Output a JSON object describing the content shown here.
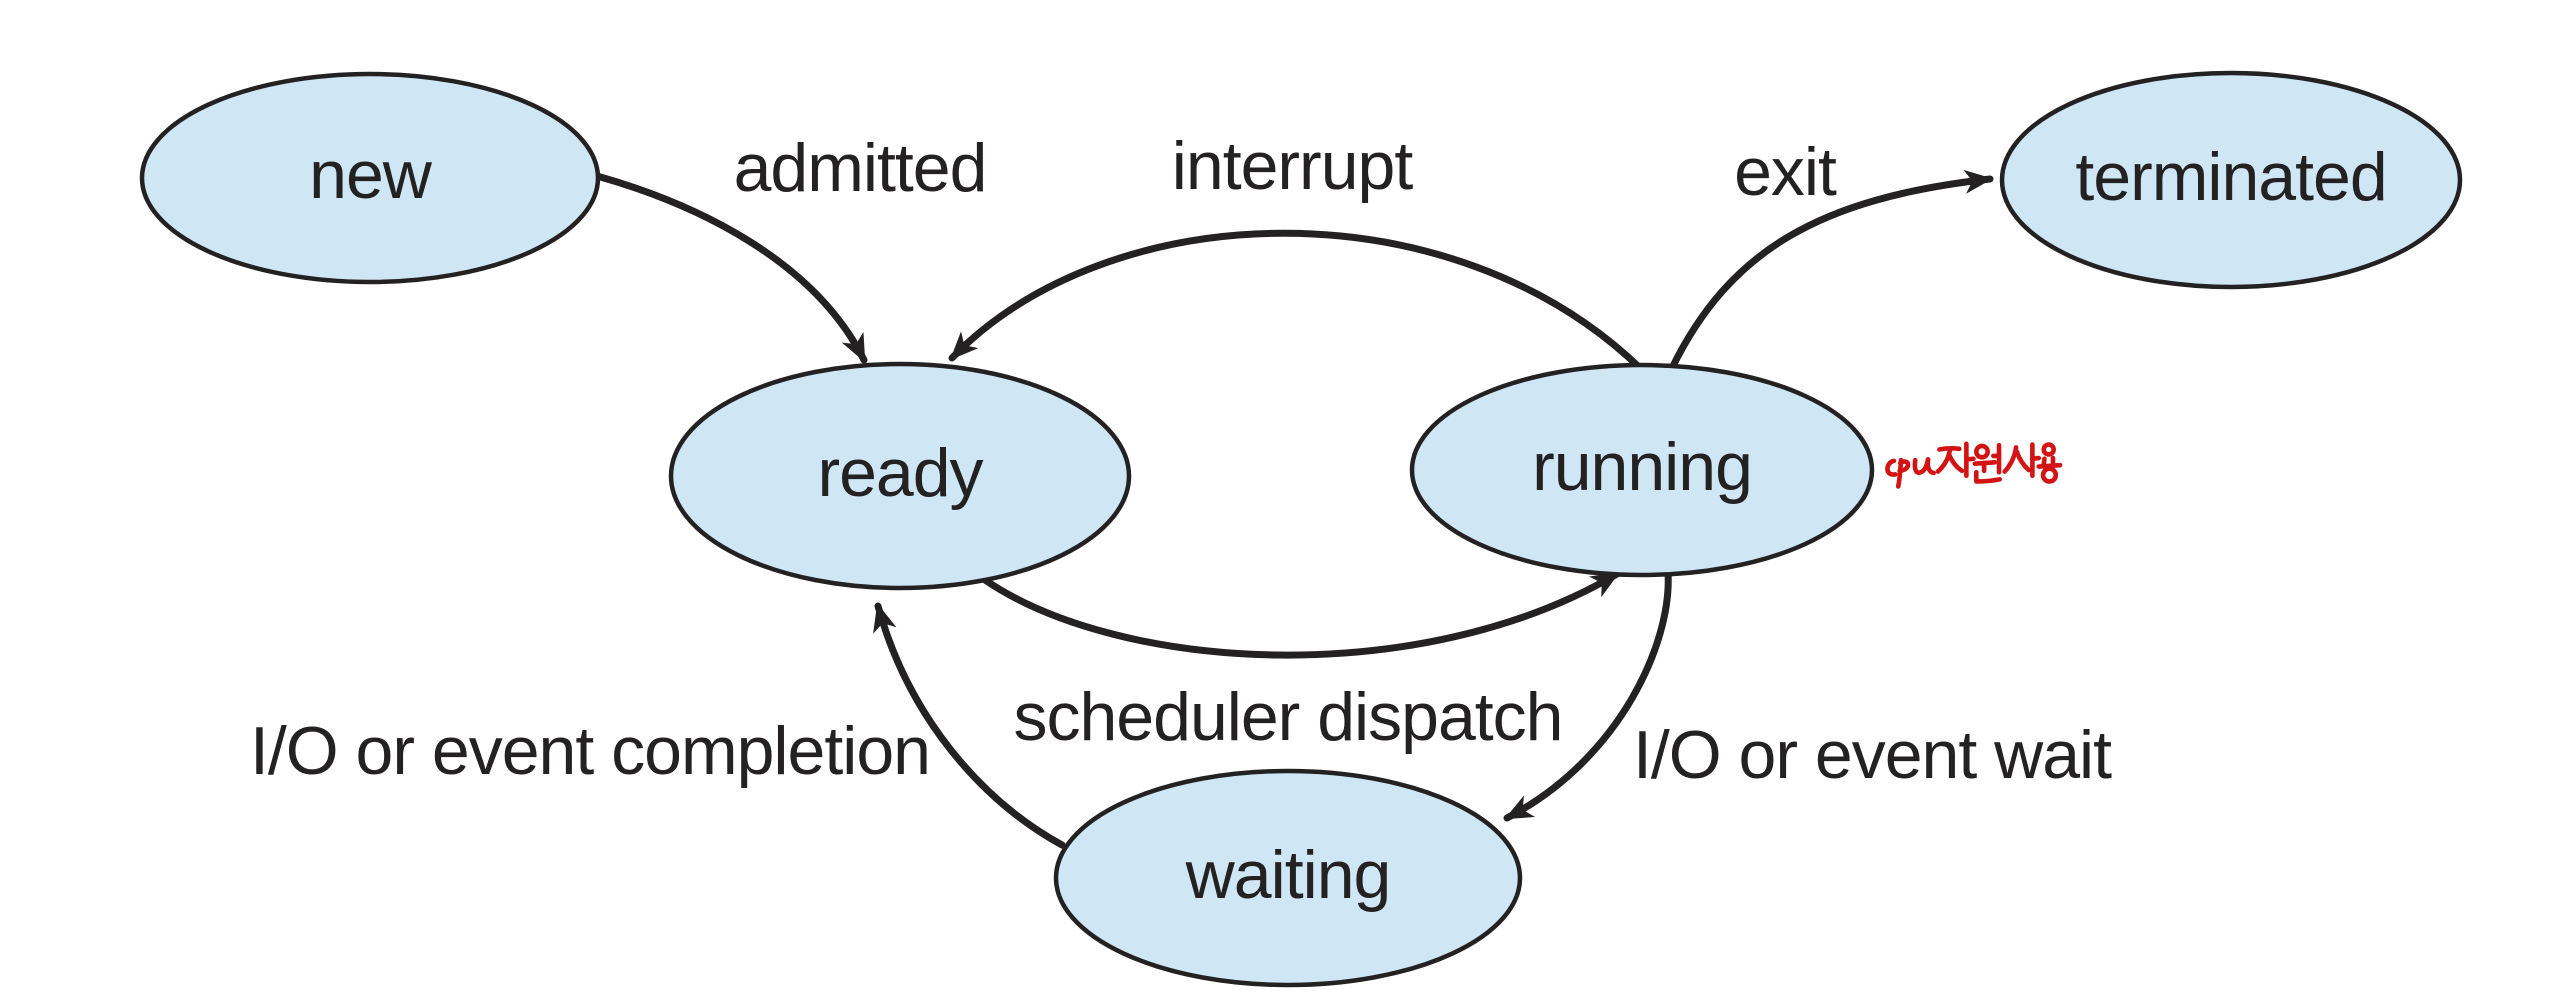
{
  "diagram": {
    "type": "process-state-diagram",
    "colors": {
      "background": "#ffffff",
      "node_fill": "#cfe7f4",
      "node_stroke": "#242122",
      "edge_stroke": "#242122",
      "label_text": "#242122",
      "annotation_red": "#d21414"
    },
    "nodes": {
      "new": {
        "label": "new"
      },
      "ready": {
        "label": "ready"
      },
      "running": {
        "label": "running"
      },
      "terminated": {
        "label": "terminated"
      },
      "waiting": {
        "label": "waiting"
      }
    },
    "edges": {
      "admitted": {
        "label": "admitted",
        "from": "new",
        "to": "ready"
      },
      "interrupt": {
        "label": "interrupt",
        "from": "running",
        "to": "ready"
      },
      "exit": {
        "label": "exit",
        "from": "running",
        "to": "terminated"
      },
      "scheduler_dispatch": {
        "label": "scheduler dispatch",
        "from": "ready",
        "to": "running"
      },
      "io_event_wait": {
        "label": "I/O or event wait",
        "from": "running",
        "to": "waiting"
      },
      "io_event_completion": {
        "label": "I/O or event completion",
        "from": "waiting",
        "to": "ready"
      }
    },
    "annotation": {
      "text": "cpu자원 사용"
    }
  }
}
